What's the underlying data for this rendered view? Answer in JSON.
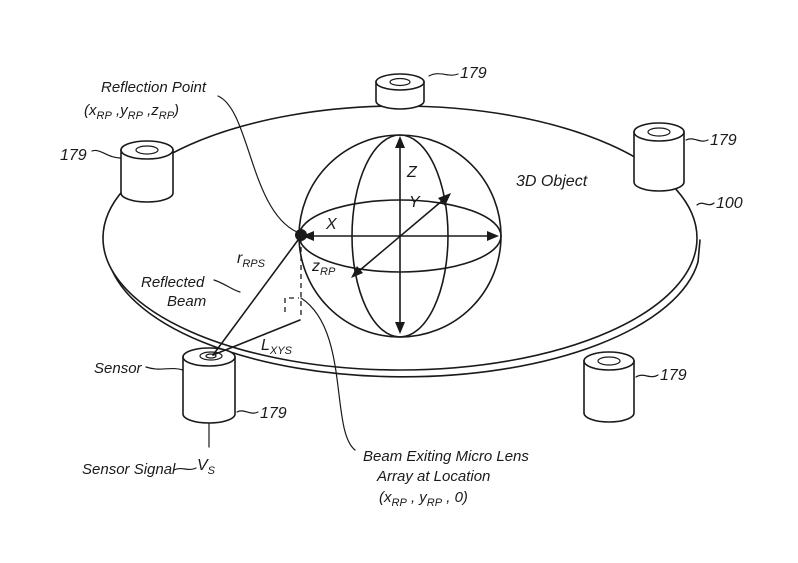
{
  "labels": {
    "reflection_point_title": "Reflection Point",
    "reflection_point_coords": {
      "open": "(x",
      "x_sub": "RP",
      "y": " ,y",
      "y_sub": "RP",
      "z": " ,z",
      "z_sub": "RP",
      "close": ")"
    },
    "platform_ref": "100",
    "post_ref_top": "179",
    "post_ref_right_top": "179",
    "post_ref_left": "179",
    "post_ref_right_bottom": "179",
    "post_ref_sensor": "179",
    "object_label": "3D Object",
    "axis_x": "X",
    "axis_y": "Y",
    "axis_z": "Z",
    "z_rp": {
      "base": "z",
      "sub": "RP"
    },
    "r_rps": {
      "base": "r",
      "sub": "RPS"
    },
    "l_xys": {
      "base": "L",
      "sub": "XYS"
    },
    "reflected_beam_line1": "Reflected",
    "reflected_beam_line2": "Beam",
    "sensor": "Sensor",
    "sensor_signal": "Sensor Signal",
    "v_s": {
      "base": "V",
      "sub": "S"
    },
    "beam_exit_line1": "Beam Exiting Micro Lens",
    "beam_exit_line2": "Array at Location",
    "beam_exit_coords": {
      "open": "(x",
      "x_sub": "RP",
      "y": " , y",
      "y_sub": "RP",
      "rest": " , 0)"
    }
  }
}
